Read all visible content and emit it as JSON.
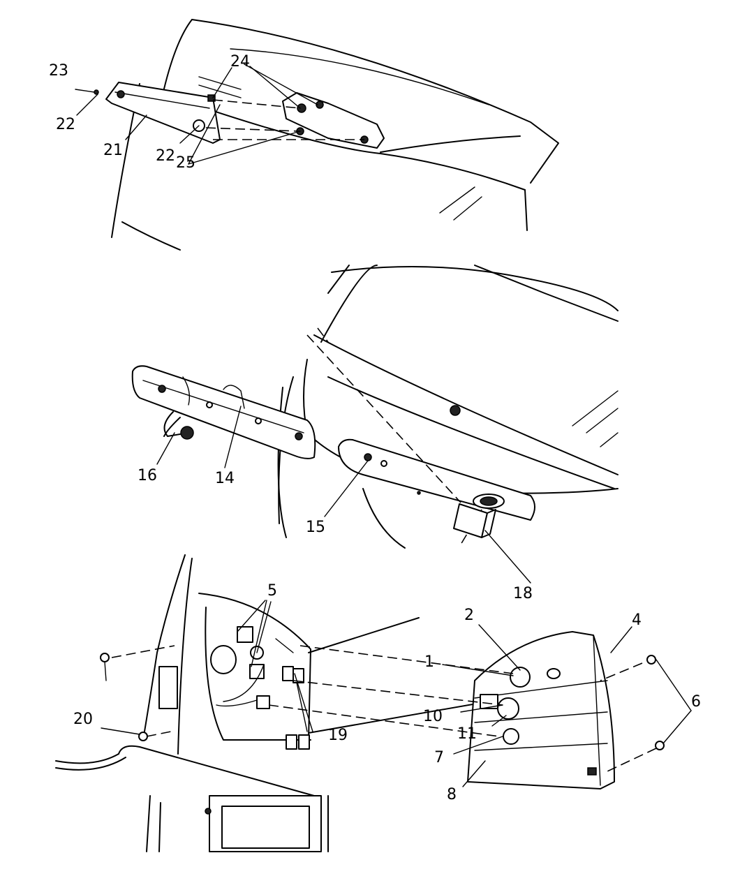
{
  "callouts": [
    "1",
    "2",
    "4",
    "5",
    "6",
    "7",
    "8",
    "10",
    "11",
    "14",
    "15",
    "16",
    "18",
    "19",
    "20",
    "21",
    "22",
    "22",
    "23",
    "24",
    "25"
  ]
}
